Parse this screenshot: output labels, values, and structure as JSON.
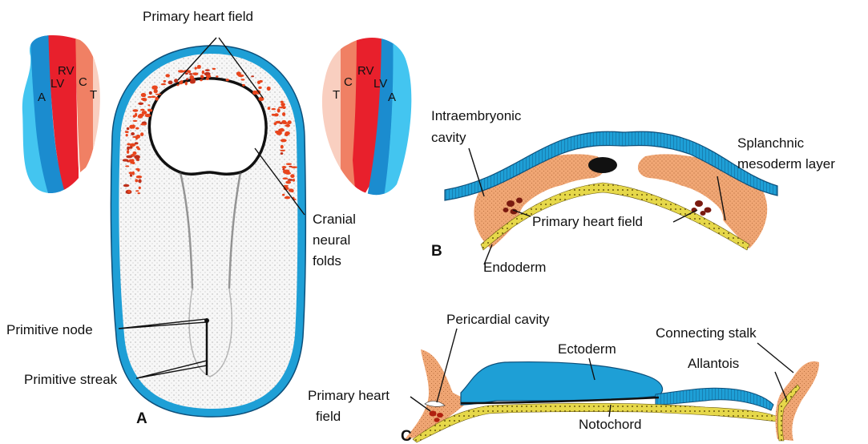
{
  "colors": {
    "ectoderm_blue": "#1e9fd6",
    "mesoderm_tan": "#f0a674",
    "heart_red": "#e8202c",
    "endoderm_yellow": "#e6d84a",
    "left_ventricle": "#1b8ccf",
    "atrium": "#43c5f0",
    "conus": "#f08064",
    "truncus": "#f9cfc0"
  },
  "heart_segments_left": {
    "a": "A",
    "lv": "LV",
    "rv": "RV",
    "c": "C",
    "t": "T"
  },
  "heart_segments_right": {
    "a": "A",
    "lv": "LV",
    "rv": "RV",
    "c": "C",
    "t": "T"
  },
  "labels": {
    "primary_heart_field_top": "Primary heart field",
    "cranial_neural_folds": [
      "Cranial",
      "neural",
      "folds"
    ],
    "primitive_node": "Primitive node",
    "primitive_streak": "Primitive streak",
    "panel_a": "A",
    "intraembryonic_cavity": [
      "Intraembryonic",
      "cavity"
    ],
    "splanchnic_mesoderm": [
      "Splanchnic",
      "mesoderm layer"
    ],
    "primary_heart_field_b": "Primary heart field",
    "endoderm": "Endoderm",
    "panel_b": "B",
    "pericardial_cavity": "Pericardial cavity",
    "ectoderm": "Ectoderm",
    "connecting_stalk": "Connecting stalk",
    "allantois": "Allantois",
    "primary_heart_field_c": [
      "Primary heart",
      "field"
    ],
    "notochord": "Notochord",
    "panel_c": "C"
  }
}
